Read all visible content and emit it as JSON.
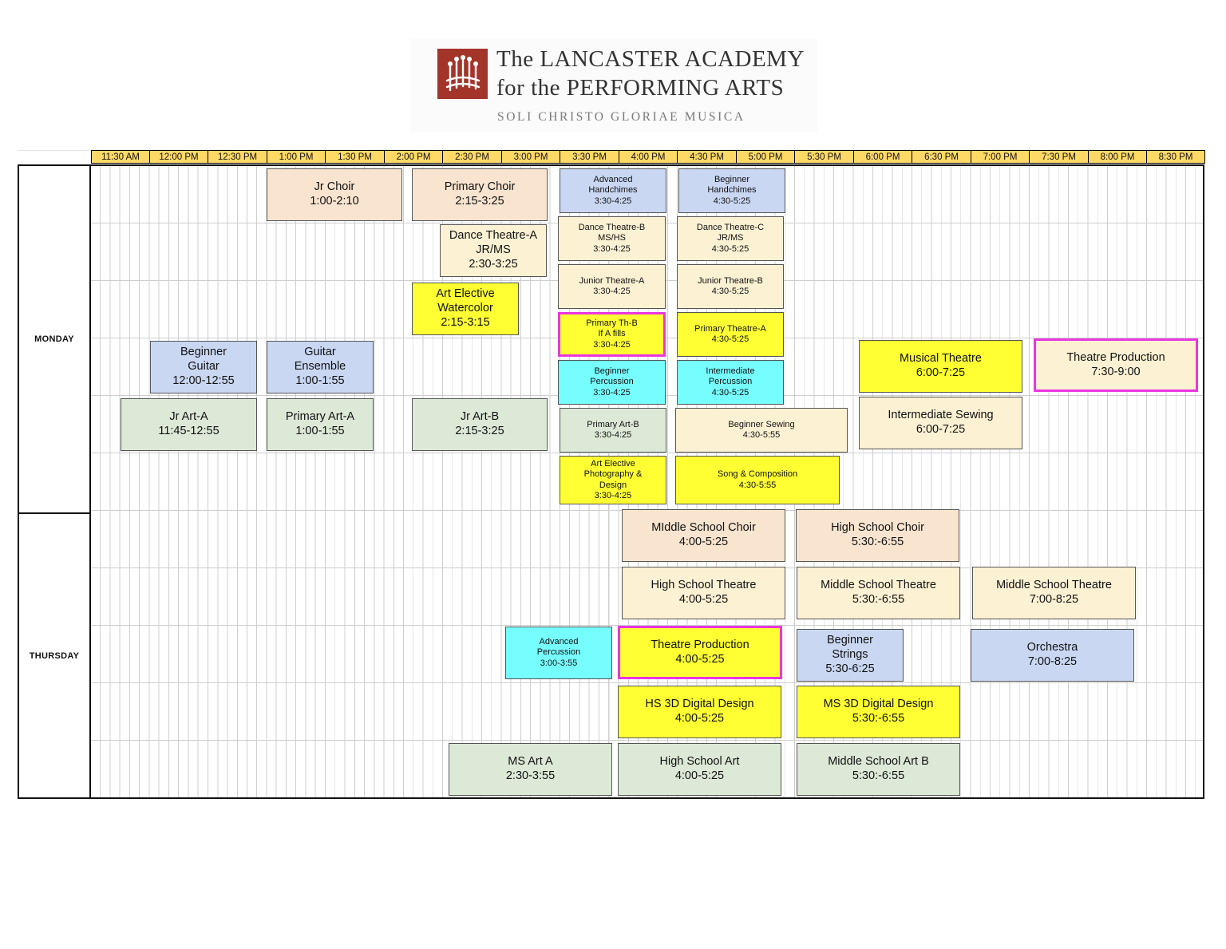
{
  "brand": {
    "line1": "The LANCASTER ACADEMY",
    "line2": "for the PERFORMING ARTS",
    "motto": "SOLI CHRISTO GLORIAE MUSICA"
  },
  "times": [
    "11:30 AM",
    "12:00 PM",
    "12:30 PM",
    "1:00 PM",
    "1:30 PM",
    "2:00 PM",
    "2:30 PM",
    "3:00 PM",
    "3:30 PM",
    "4:00 PM",
    "4:30 PM",
    "5:00 PM",
    "5:30 PM",
    "6:00 PM",
    "6:30 PM",
    "7:00 PM",
    "7:30 PM",
    "8:00 PM",
    "8:30 PM"
  ],
  "days": {
    "monday": "MONDAY",
    "thursday": "THURSDAY"
  },
  "classes": {
    "jr_choir": "Jr Choir\n1:00-2:10",
    "primary_choir": "Primary Choir\n2:15-3:25",
    "advanced_handchimes": "Advanced\nHandchimes\n3:30-4:25",
    "beginner_handchimes": "Beginner\nHandchimes\n4:30-5:25",
    "dance_theatre_a": "Dance Theatre-A\nJR/MS\n2:30-3:25",
    "dance_theatre_b": "Dance Theatre-B\nMS/HS\n3:30-4:25",
    "dance_theatre_c": "Dance Theatre-C\nJR/MS\n4:30-5:25",
    "art_elective_watercolor": "Art Elective\nWatercolor\n2:15-3:15",
    "junior_theatre_a": "Junior Theatre-A\n3:30-4:25",
    "junior_theatre_b": "Junior Theatre-B\n4:30-5:25",
    "primary_th_b": "Primary Th-B\nIf A fills\n3:30-4:25",
    "primary_theatre_a": "Primary Theatre-A\n4:30-5:25",
    "beginner_guitar": "Beginner\nGuitar\n12:00-12:55",
    "guitar_ensemble": "Guitar\nEnsemble\n1:00-1:55",
    "beginner_percussion": "Beginner\nPercussion\n3:30-4:25",
    "intermediate_percussion": "Intermediate\nPercussion\n4:30-5:25",
    "musical_theatre": "Musical Theatre\n6:00-7:25",
    "theatre_production_mon": "Theatre Production\n7:30-9:00",
    "jr_art_a": "Jr Art-A\n11:45-12:55",
    "primary_art_a": "Primary Art-A\n1:00-1:55",
    "jr_art_b": "Jr Art-B\n2:15-3:25",
    "primary_art_b": "Primary Art-B\n3:30-4:25",
    "beginner_sewing": "Beginner Sewing\n4:30-5:55",
    "intermediate_sewing": "Intermediate Sewing\n6:00-7:25",
    "art_elective_photo": "Art Elective\nPhotography &\nDesign\n3:30-4:25",
    "song_composition": "Song & Composition\n4:30-5:55",
    "ms_choir": "MIddle School Choir\n4:00-5:25",
    "hs_choir": "High School Choir\n5:30:-6:55",
    "hs_theatre": "High School Theatre\n4:00-5:25",
    "ms_theatre_1": "Middle School Theatre\n5:30:-6:55",
    "ms_theatre_2": "Middle School Theatre\n7:00-8:25",
    "advanced_percussion": "Advanced\nPercussion\n3:00-3:55",
    "theatre_production_thu": "Theatre Production\n4:00-5:25",
    "beginner_strings": "Beginner\nStrings\n5:30-6:25",
    "orchestra": "Orchestra\n7:00-8:25",
    "hs_3d": "HS 3D Digital Design\n4:00-5:25",
    "ms_3d": "MS 3D Digital Design\n5:30:-6:55",
    "ms_art_a": "MS Art A\n2:30-3:55",
    "hs_art": "High School Art\n4:00-5:25",
    "ms_art_b": "Middle School Art B\n5:30:-6:55"
  },
  "colors": {
    "header_yellow": "#ffd966",
    "peach": "#f8e4cf",
    "cream": "#fcf1d3",
    "blue": "#c9d7f2",
    "yellow": "#ffff33",
    "cyan": "#76feff",
    "green": "#dce9d7",
    "highlight_pink": "#ea36e0",
    "logo_red": "#a3342a"
  }
}
